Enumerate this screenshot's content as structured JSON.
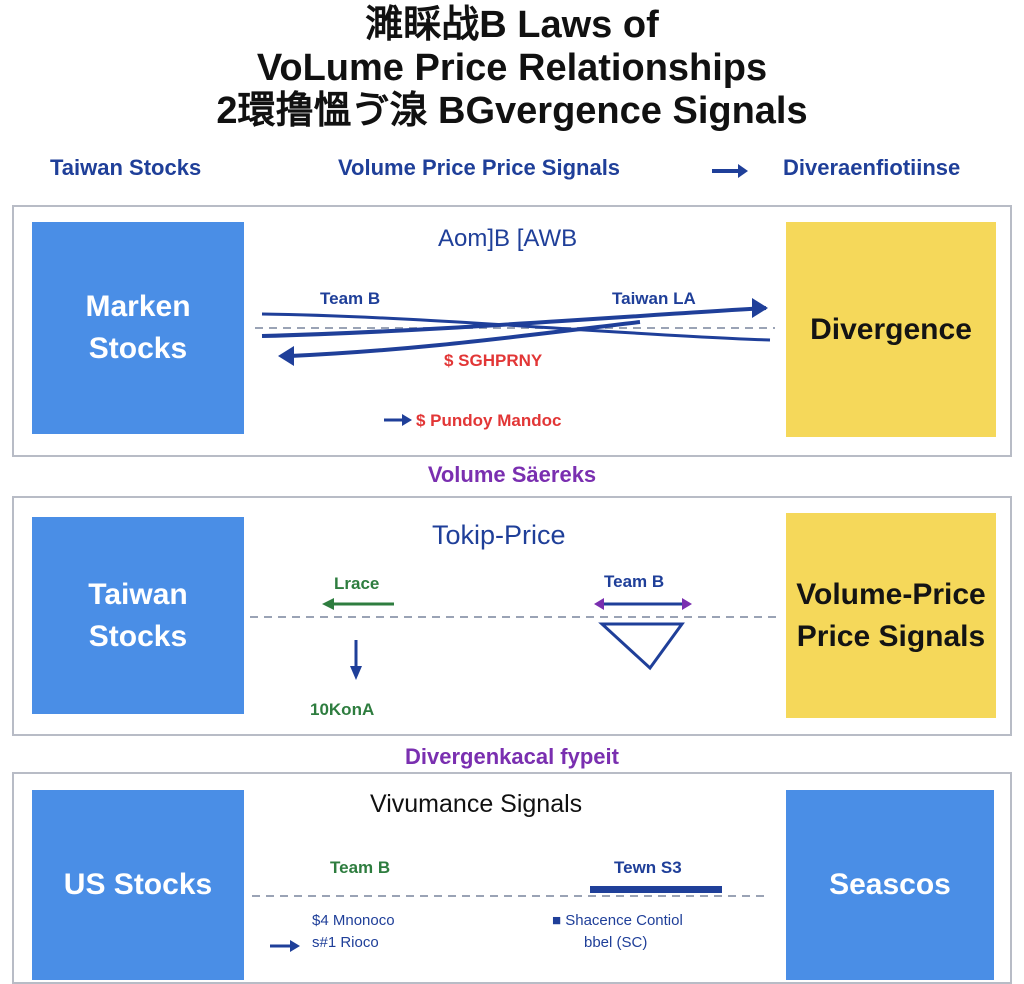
{
  "title": {
    "line1": "濉睬战Β Laws of",
    "line2": "VoLume Price Relationships",
    "line3": "2環撸慍ゔ湶 BGvergence Signals"
  },
  "top_nav": {
    "left": "Taiwan Stocks",
    "center": "Volume Price Price Signals",
    "right": "Diveraenfiotiinse"
  },
  "panels": [
    {
      "left_box": "Marken Stocks",
      "right_box": "Divergence",
      "heading": "Aom]B [AWB",
      "label_left": "Team B",
      "label_right": "Taiwan LA",
      "red_label_1": "$ SGHPRNY",
      "red_label_2": "$ Pundoy Mandoc"
    },
    {
      "left_box": "Taiwan Stocks",
      "right_box": "Volume-Price Price Signals",
      "heading": "Tokip-Price",
      "label_left": "Lrace",
      "label_right": "Team B",
      "label_bottom": "10KonA"
    },
    {
      "left_box": "US Stocks",
      "right_box": "Seascos",
      "heading": "Vivumance Signals",
      "label_left": "Team B",
      "label_right": "Tewn S3",
      "note_1a": "$4 Mnonoco",
      "note_1b": "s#1 Rioco",
      "note_2a": "■ Shacence Contiol",
      "note_2b": "bbel (SC)"
    }
  ],
  "section_labels": {
    "between_1_2": "Volume Säereks",
    "between_2_3": "Divergenkacal fypeit"
  },
  "colors": {
    "navy": "#1f3f99",
    "box_blue": "#4a8ee6",
    "box_yellow": "#f5d85a",
    "purple": "#7a2fb0",
    "red": "#e23636",
    "green": "#2e7d3f"
  }
}
